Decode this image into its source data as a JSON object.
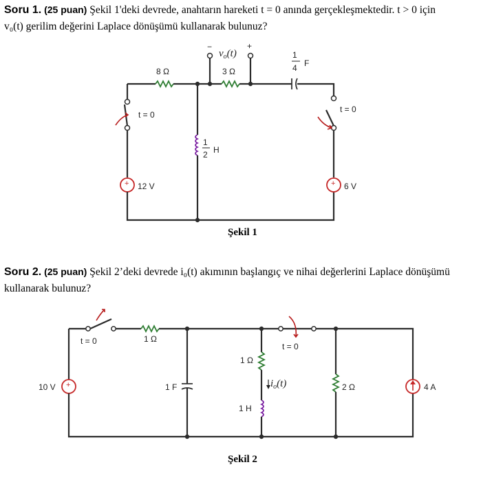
{
  "q1": {
    "lead": "Soru 1.",
    "points": "(25 puan)",
    "text": "Şekil 1'deki devrede, anahtarın hareketi t = 0 anında gerçekleşmektedir. t > 0 için",
    "text2": "v₀(t) gerilim değerini Laplace dönüşümü kullanarak bulunuz?"
  },
  "fig1": {
    "r1": "8 Ω",
    "r2": "3 Ω",
    "cap_num": "1",
    "cap_den": "4",
    "cap_unit": "F",
    "ind_num": "1",
    "ind_den": "2",
    "ind_unit": "H",
    "vout": "v",
    "vout_sub": "o",
    "vout_arg": "(t)",
    "minus": "−",
    "plus": "+",
    "sw_left": "t = 0",
    "sw_right": "t = 0",
    "src_left": "12 V",
    "src_right": "6 V",
    "src_plus": "+",
    "src_minus": "−",
    "caption": "Şekil 1"
  },
  "q2": {
    "lead": "Soru 2.",
    "points": "(25 puan)",
    "text": "Şekil 2’deki devrede i₀(t) akımının başlangıç ve nihai değerlerini Laplace dönüşümü",
    "text2": "kullanarak bulunuz?"
  },
  "fig2": {
    "src_v": "10 V",
    "sw_left": "t = 0",
    "r_top": "1 Ω",
    "cap": "1 F",
    "r_mid": "1 Ω",
    "ind": "1 H",
    "io": "i",
    "io_sub": "o",
    "io_arg": "(t)",
    "sw_right": "t = 0",
    "r_right": "2 Ω",
    "src_i": "4 A",
    "src_plus": "+",
    "src_minus": "−",
    "caption": "Şekil 2"
  }
}
